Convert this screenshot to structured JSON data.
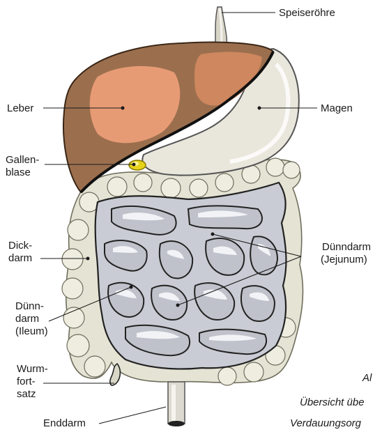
{
  "labels": {
    "speiseroehre": "Speiseröhre",
    "leber": "Leber",
    "magen": "Magen",
    "gallenblase": [
      "Gallen-",
      "blase"
    ],
    "dickdarm": [
      "Dick-",
      "darm"
    ],
    "duenndarm_jejunum": [
      "Dünndarm",
      "(Jejunum)"
    ],
    "duenndarm_ileum": [
      "Dünn-",
      "darm",
      "(Ileum)"
    ],
    "wurmfortsatz": [
      "Wurm-",
      "fort-",
      "satz"
    ],
    "enddarm": "Enddarm"
  },
  "caption": [
    "Al",
    "Übersicht übe",
    "Verdauungsorg"
  ],
  "colors": {
    "liver": "#9b6f4e",
    "liver_highlight": "#f0a07a",
    "stomach": "#e9e6dc",
    "gallbladder": "#e6d21a",
    "colon": "#e4e3d4",
    "small_intestine": "#c9ccd4",
    "esophagus": "#d8d5c8"
  }
}
